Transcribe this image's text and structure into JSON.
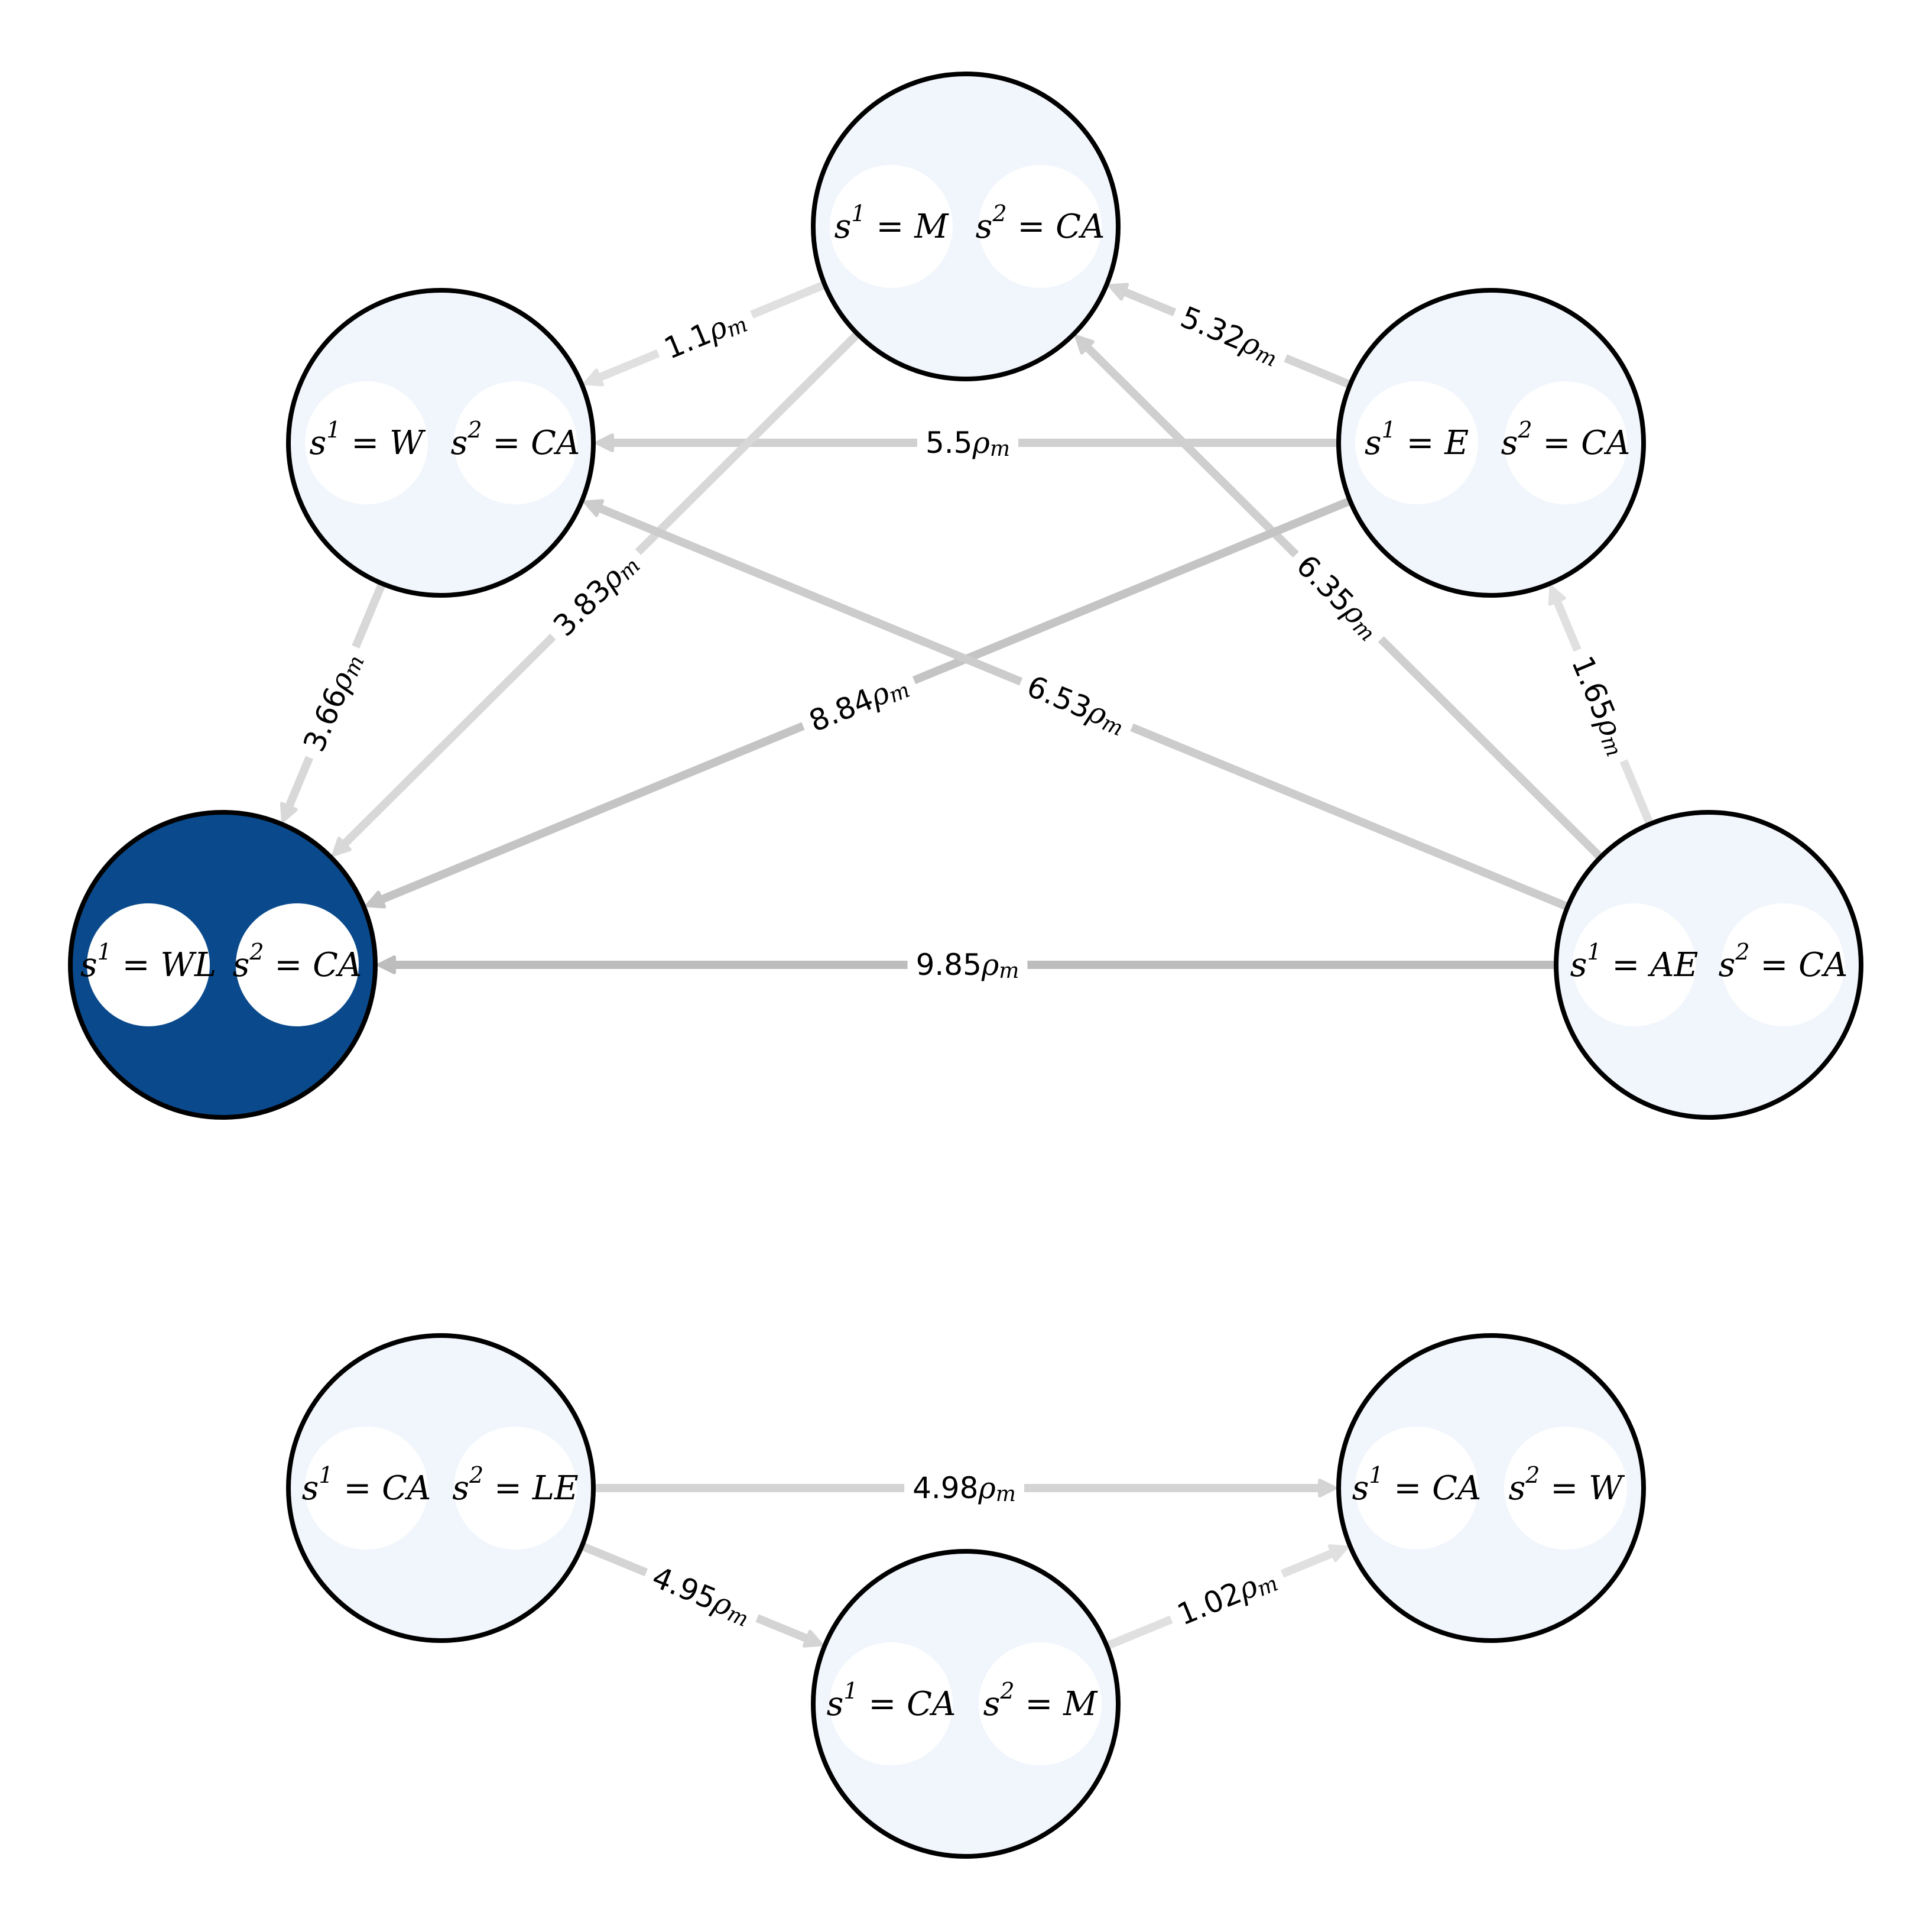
{
  "colors": {
    "node_fill": "#f1f6fc",
    "node_fill_highlight": "#0a4a8c",
    "node_stroke": "#000000",
    "inner_circle": "#ffffff",
    "label_text": "#000000"
  },
  "nodes": [
    {
      "id": "m_ca",
      "s1": "M",
      "s2": "CA",
      "highlight": false
    },
    {
      "id": "w_ca",
      "s1": "W",
      "s2": "CA",
      "highlight": false
    },
    {
      "id": "e_ca",
      "s1": "E",
      "s2": "CA",
      "highlight": false
    },
    {
      "id": "wl_ca",
      "s1": "WL",
      "s2": "CA",
      "highlight": true
    },
    {
      "id": "ae_ca",
      "s1": "AE",
      "s2": "CA",
      "highlight": false
    },
    {
      "id": "ca_le",
      "s1": "CA",
      "s2": "LE",
      "highlight": false
    },
    {
      "id": "ca_w",
      "s1": "CA",
      "s2": "W",
      "highlight": false
    },
    {
      "id": "ca_m",
      "s1": "CA",
      "s2": "M",
      "highlight": false
    }
  ],
  "edges": [
    {
      "id": "e1",
      "from": "m_ca",
      "to": "w_ca",
      "weight": "1.1",
      "color": "#e0e0e0"
    },
    {
      "id": "e2",
      "from": "e_ca",
      "to": "m_ca",
      "weight": "5.32",
      "color": "#d4d4d4"
    },
    {
      "id": "e3",
      "from": "e_ca",
      "to": "w_ca",
      "weight": "5.5",
      "color": "#d0d0d0"
    },
    {
      "id": "e4",
      "from": "m_ca",
      "to": "wl_ca",
      "weight": "3.83",
      "color": "#d8d8d8"
    },
    {
      "id": "e5",
      "from": "ae_ca",
      "to": "m_ca",
      "weight": "6.35",
      "color": "#cfcfcf"
    },
    {
      "id": "e6",
      "from": "w_ca",
      "to": "wl_ca",
      "weight": "3.66",
      "color": "#d8d8d8"
    },
    {
      "id": "e7",
      "from": "e_ca",
      "to": "wl_ca",
      "weight": "8.84",
      "color": "#c4c4c4"
    },
    {
      "id": "e8",
      "from": "ae_ca",
      "to": "w_ca",
      "weight": "6.53",
      "color": "#cccccc"
    },
    {
      "id": "e9",
      "from": "ae_ca",
      "to": "e_ca",
      "weight": "1.65",
      "color": "#e0e0e0"
    },
    {
      "id": "e10",
      "from": "ae_ca",
      "to": "wl_ca",
      "weight": "9.85",
      "color": "#bdbdbd"
    },
    {
      "id": "e11",
      "from": "ca_le",
      "to": "ca_w",
      "weight": "4.98",
      "color": "#d4d4d4"
    },
    {
      "id": "e12",
      "from": "ca_le",
      "to": "ca_m",
      "weight": "4.95",
      "color": "#d4d4d4"
    },
    {
      "id": "e13",
      "from": "ca_m",
      "to": "ca_w",
      "weight": "1.02",
      "color": "#e0e0e0"
    }
  ]
}
